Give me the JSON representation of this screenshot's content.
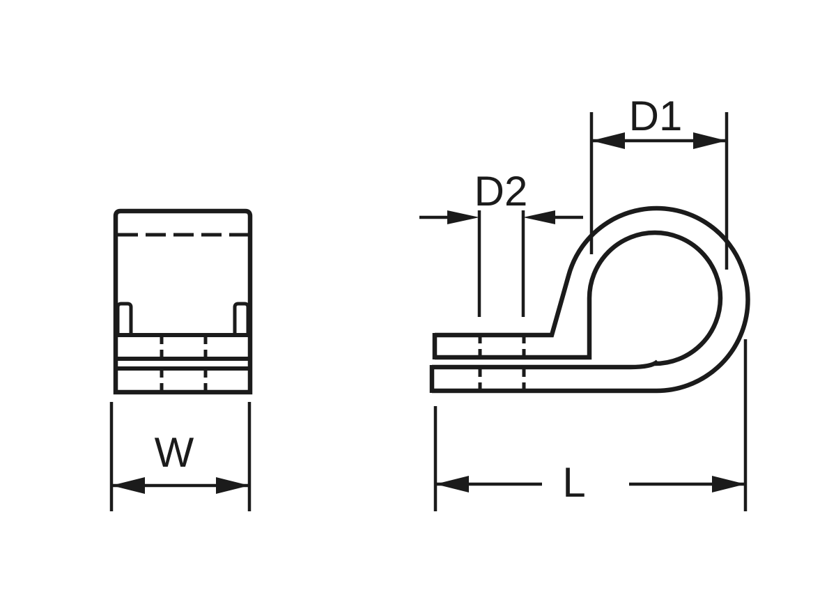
{
  "labels": {
    "W": "W",
    "L": "L",
    "D1": "D1",
    "D2": "D2"
  },
  "colors": {
    "line-color": "#1b1b1b",
    "background": "#ffffff"
  }
}
